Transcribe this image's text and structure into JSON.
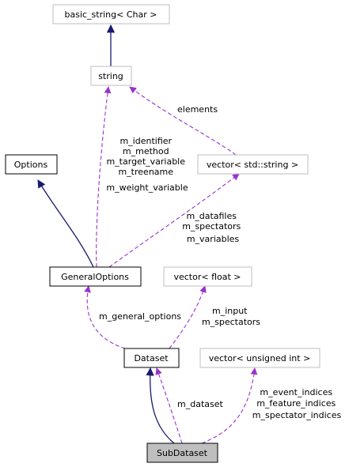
{
  "colors": {
    "inheritance_edge": "#191970",
    "usage_edge": "#9a32cd",
    "node_border_external": "#bfbfbf",
    "node_border_documented": "#000000",
    "focus_node_fill": "#bfbfbf"
  },
  "nodes": {
    "basic_string": "basic_string< Char >",
    "string": "string",
    "options": "Options",
    "vector_string": "vector< std::string >",
    "general_options": "GeneralOptions",
    "vector_float": "vector< float >",
    "dataset": "Dataset",
    "vector_uint": "vector< unsigned int >",
    "subdataset": "SubDataset"
  },
  "edge_labels": {
    "vector_string_to_string": [
      "elements"
    ],
    "string_to_general_options": [
      "m_identifier",
      "m_method",
      "m_target_variable",
      "m_treename",
      "m_weight_variable"
    ],
    "vector_string_to_general_options": [
      "m_datafiles",
      "m_spectators",
      "m_variables"
    ],
    "general_options_to_dataset": [
      "m_general_options"
    ],
    "vector_float_to_dataset": [
      "m_input",
      "m_spectators"
    ],
    "dataset_to_subdataset": [
      "m_dataset"
    ],
    "vector_uint_to_subdataset": [
      "m_event_indices",
      "m_feature_indices",
      "m_spectator_indices"
    ]
  }
}
